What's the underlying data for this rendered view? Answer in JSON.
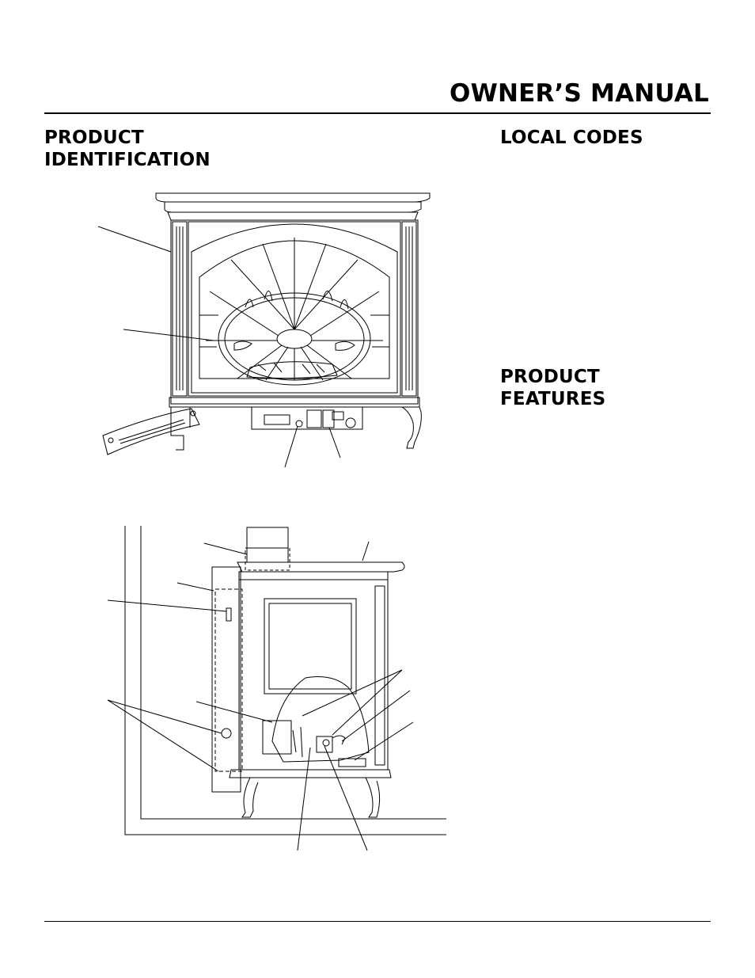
{
  "header": {
    "title": "OWNER’S MANUAL"
  },
  "sections": {
    "product_identification": {
      "line1": "PRODUCT",
      "line2": "IDENTIFICATION"
    },
    "local_codes": {
      "title": "LOCAL CODES"
    },
    "product_features": {
      "line1": "PRODUCT",
      "line2": "FEATURES"
    }
  },
  "colors": {
    "ink": "#000000",
    "paper": "#ffffff"
  }
}
